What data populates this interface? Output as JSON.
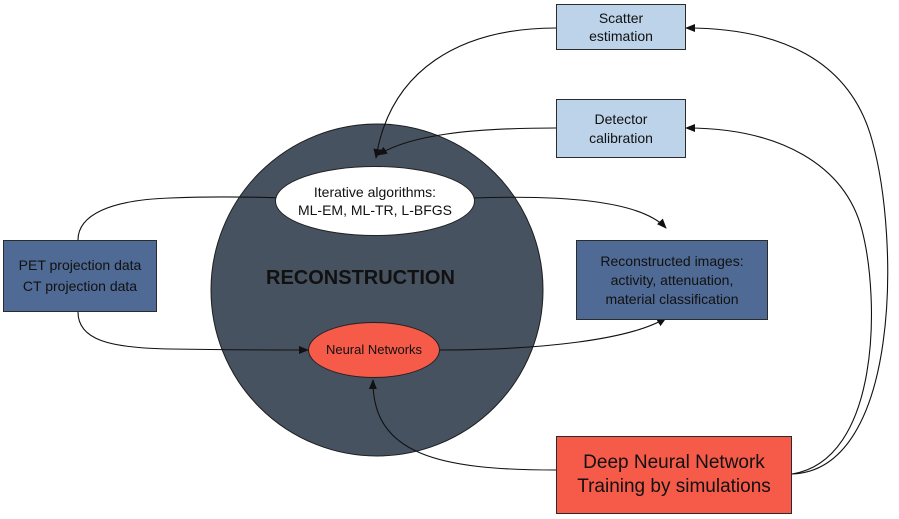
{
  "colors": {
    "light_box": "#bcd3ea",
    "dark_box": "#4f6a94",
    "circle": "#465260",
    "red": "#f65a49",
    "white": "#ffffff",
    "arrow": "#111111"
  },
  "nodes": {
    "scatter": {
      "lines": [
        "Scatter",
        "estimation"
      ]
    },
    "detector": {
      "lines": [
        "Detector",
        "calibration"
      ]
    },
    "iterative": {
      "lines": [
        "Iterative algorithms:",
        "ML-EM, ML-TR, L-BFGS"
      ]
    },
    "reconstruction": {
      "label": "RECONSTRUCTION"
    },
    "neural": {
      "label": "Neural Networks"
    },
    "input": {
      "lines": [
        "PET projection data",
        "CT projection data"
      ]
    },
    "output": {
      "lines": [
        "Reconstructed images:",
        "activity, attenuation,",
        "material classification"
      ]
    },
    "dnn": {
      "lines": [
        "Deep Neural Network",
        "Training by simulations"
      ]
    }
  }
}
